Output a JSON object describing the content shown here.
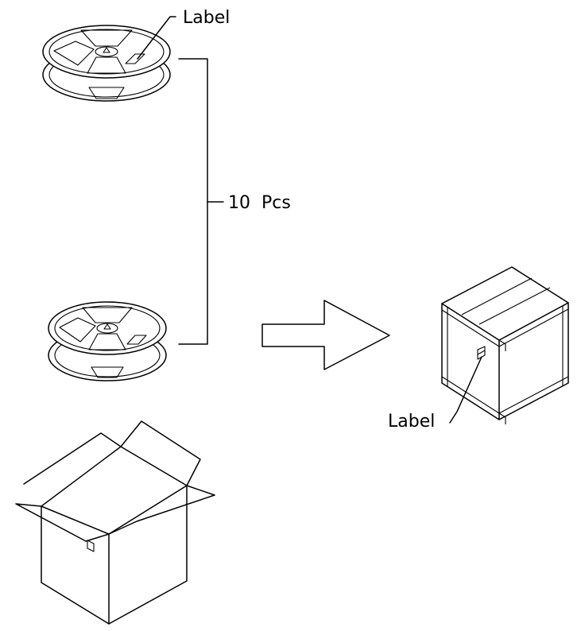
{
  "labels": {
    "reel_label": "Label",
    "quantity": "10  Pcs",
    "box_label": "Label"
  }
}
